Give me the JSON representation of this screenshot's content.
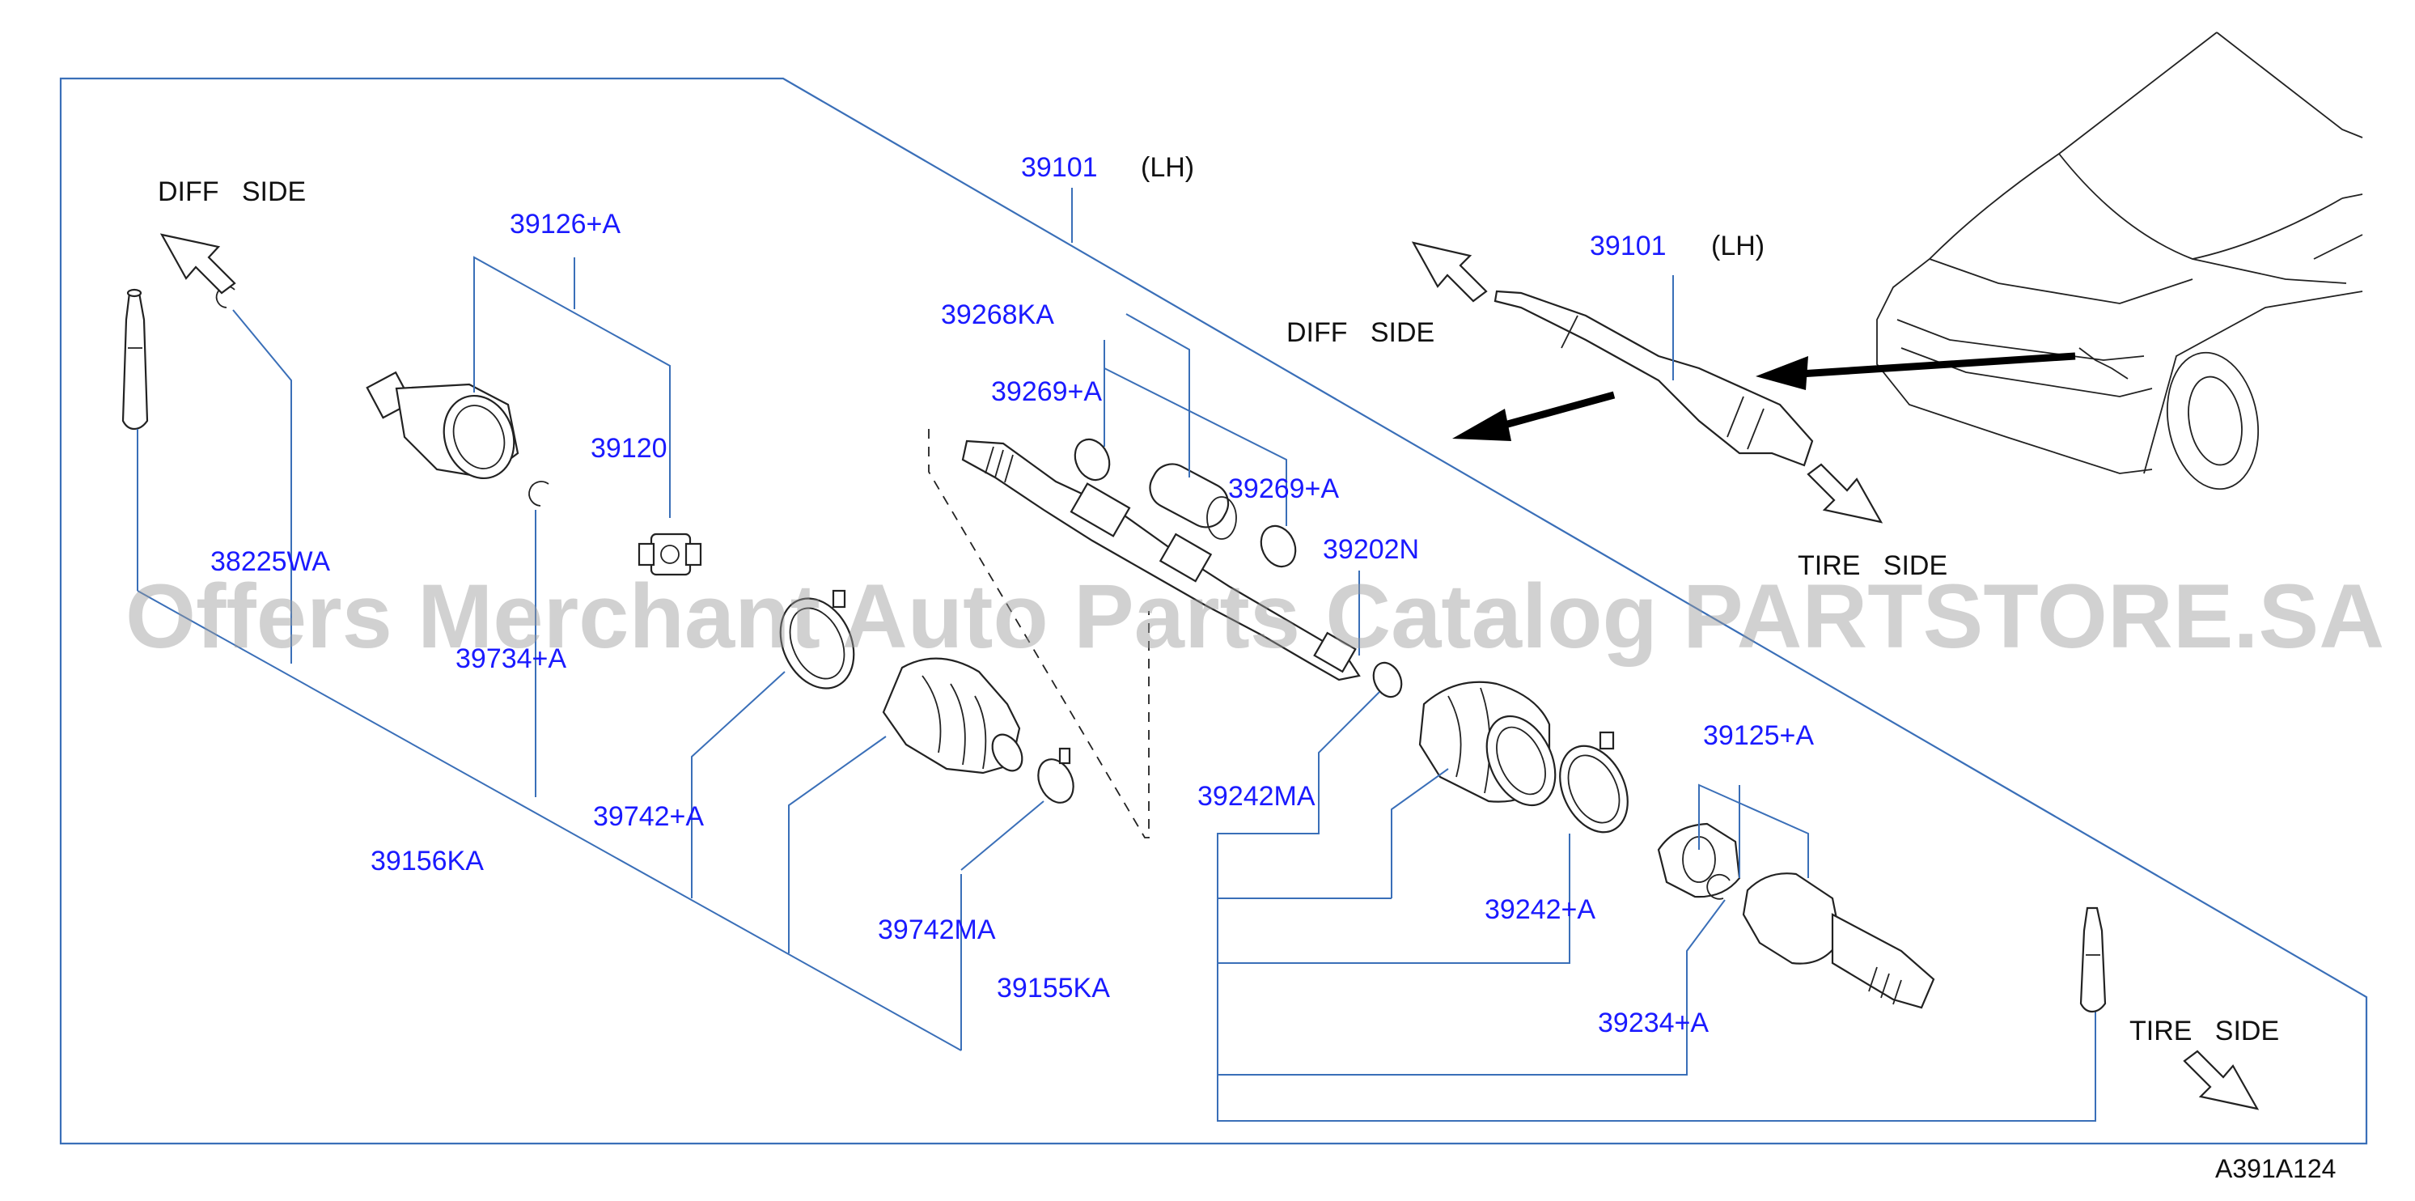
{
  "colors": {
    "part_number": "#1a1aff",
    "leader": "#3a6fb8",
    "text": "#111111",
    "watermark": "#9a9a9a"
  },
  "labels": {
    "p39101_main": "39101",
    "lh_main": "(LH)",
    "p39101_inset": "39101",
    "lh_inset": "(LH)",
    "p39126a": "39126+A",
    "p39120": "39120",
    "p38225wa": "38225WA",
    "p39734a": "39734+A",
    "p39156ka": "39156KA",
    "p39742a": "39742+A",
    "p39742ma": "39742MA",
    "p39268ka": "39268KA",
    "p39269a_1": "39269+A",
    "p39269a_2": "39269+A",
    "p39202n": "39202N",
    "p39242ma": "39242MA",
    "p39155ka": "39155KA",
    "p39242a": "39242+A",
    "p39125a": "39125+A",
    "p39234a": "39234+A"
  },
  "directions": {
    "diff_side_left": "DIFF   SIDE",
    "diff_side_inset": "DIFF   SIDE",
    "tire_side_inset": "TIRE   SIDE",
    "tire_side_right": "TIRE   SIDE"
  },
  "icons": [
    "hollow-arrow-icon",
    "solid-arrow-icon",
    "car-icon",
    "drive-shaft-icon"
  ],
  "watermark": "Offers Merchant Auto Parts Catalog PARTSTORE.SA",
  "diagram_code": "A391A124"
}
